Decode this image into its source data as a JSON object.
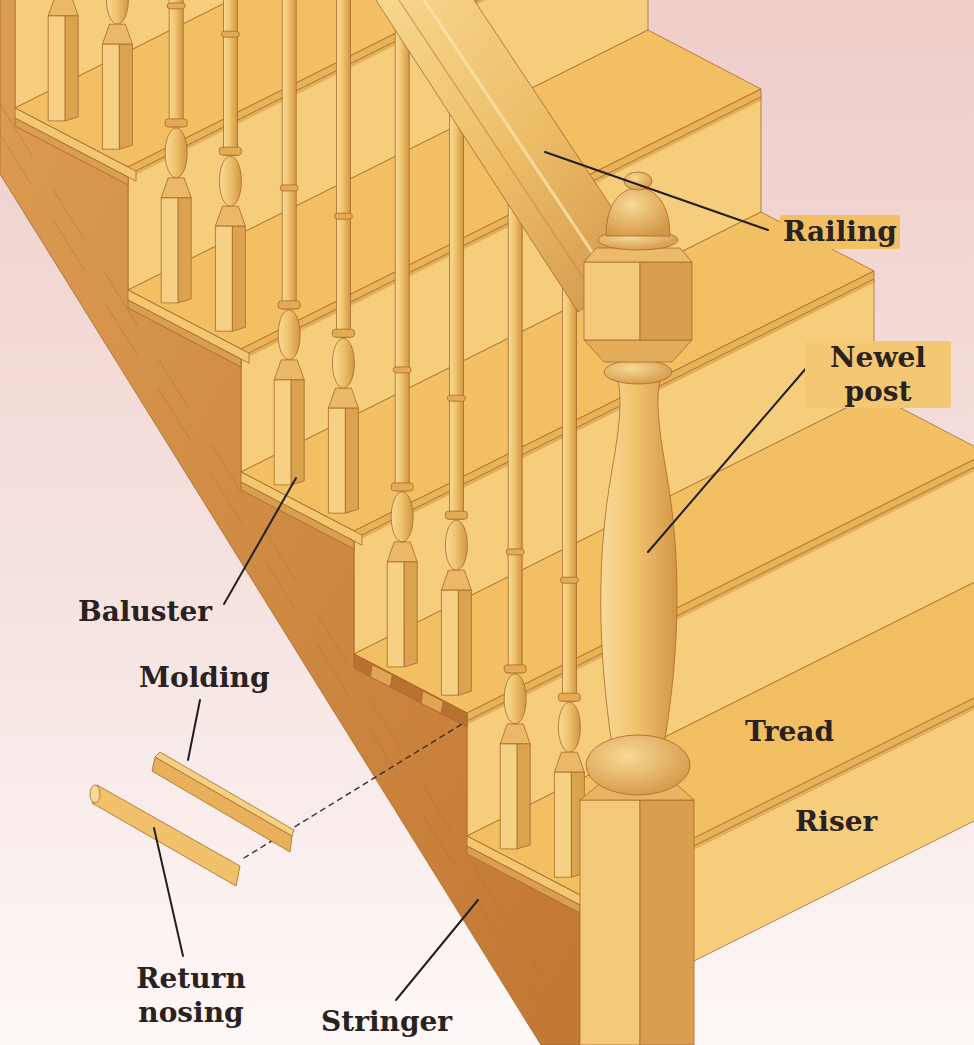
{
  "diagram": {
    "labels": [
      "Railing",
      "Newel post",
      "Baluster",
      "Molding",
      "Tread",
      "Riser",
      "Return nosing",
      "Stringer"
    ]
  }
}
